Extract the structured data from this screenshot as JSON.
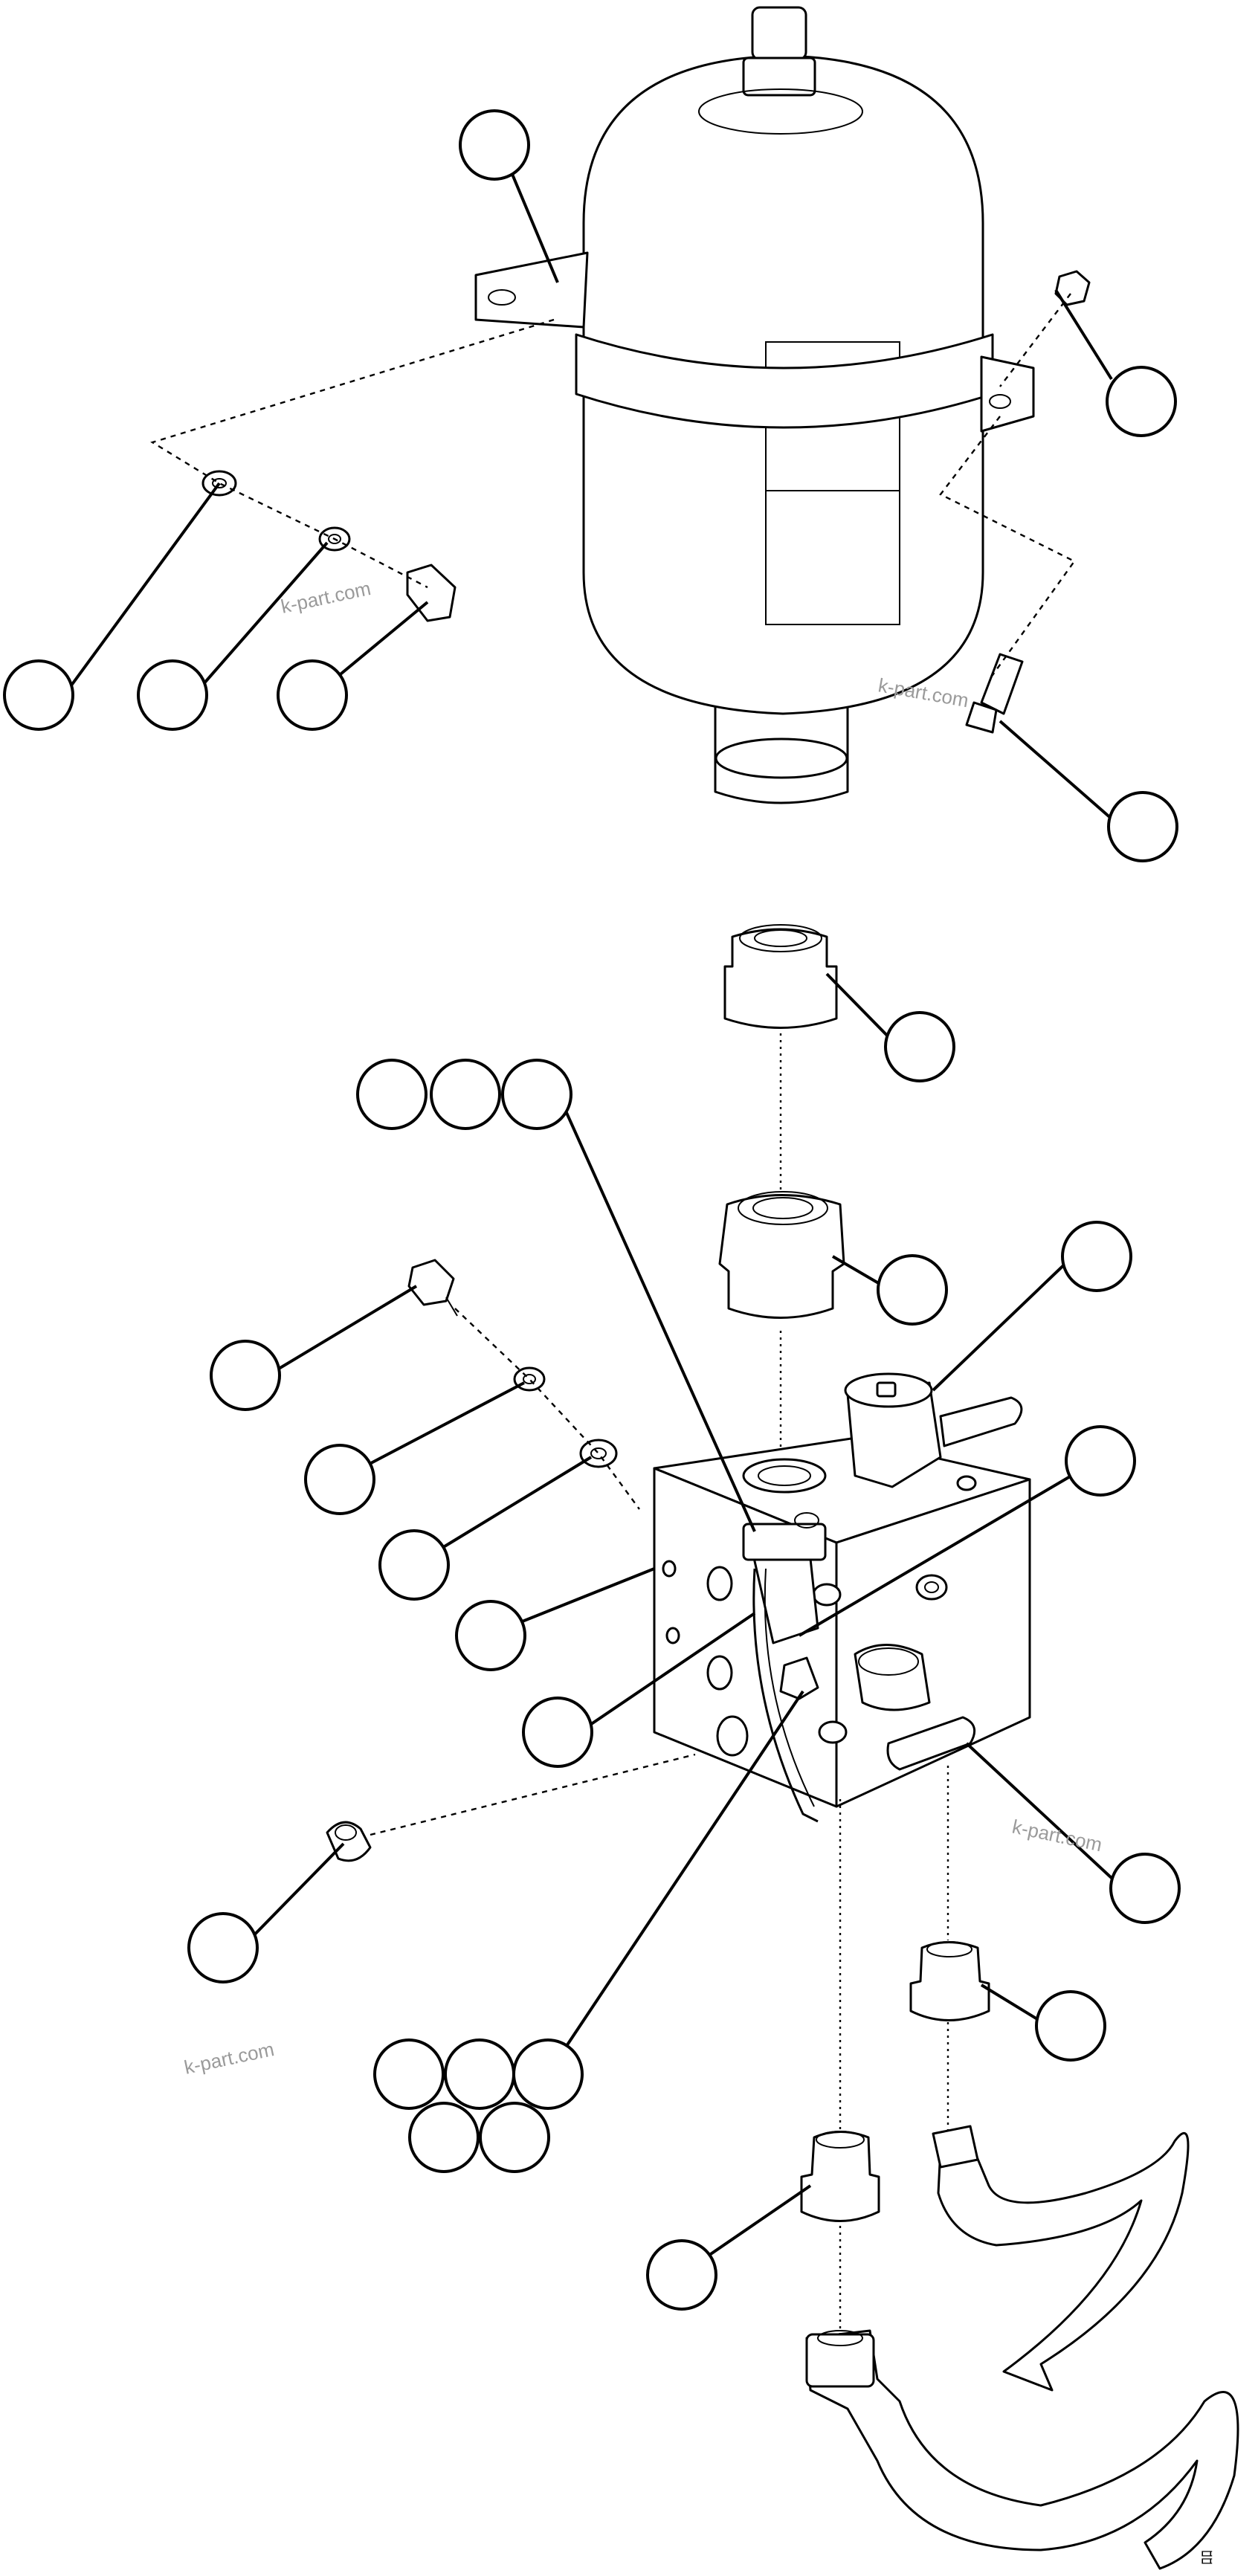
{
  "watermarks": [
    "k-part.com",
    "k-part.com",
    "k-part.com",
    "k-part.com"
  ],
  "corner_mark": "ﾛﾛ",
  "callout_count": 27
}
